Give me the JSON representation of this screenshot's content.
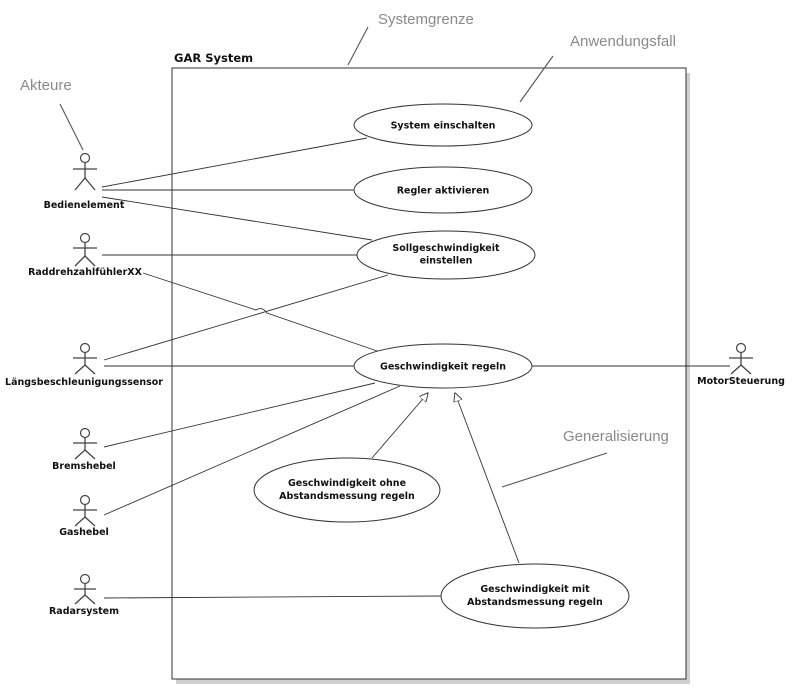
{
  "system": {
    "title": "GAR System"
  },
  "annotations": {
    "systemgrenze": "Systemgrenze",
    "anwendungsfall": "Anwendungsfall",
    "akteure": "Akteure",
    "generalisierung": "Generalisierung"
  },
  "actors": {
    "bedienelement": "Bedienelement",
    "raddrehzahl": "RaddrehzahlfühlerXX",
    "laengs": "Längsbeschleunigungssensor",
    "bremshebel": "Bremshebel",
    "gashebel": "Gashebel",
    "radarsystem": "Radarsystem",
    "motorsteuerung": "MotorSteuerung"
  },
  "use_cases": {
    "system_einschalten": {
      "line1": "System einschalten"
    },
    "regler_aktivieren": {
      "line1": "Regler aktivieren"
    },
    "soll": {
      "line1": "Sollgeschwindigkeit",
      "line2": "einstellen"
    },
    "regeln": {
      "line1": "Geschwindigkeit regeln"
    },
    "ohne": {
      "line1": "Geschwindigkeit ohne",
      "line2": "Abstandsmessung  regeln"
    },
    "mit": {
      "line1": "Geschwindigkeit mit",
      "line2": "Abstandsmessung regeln"
    }
  }
}
